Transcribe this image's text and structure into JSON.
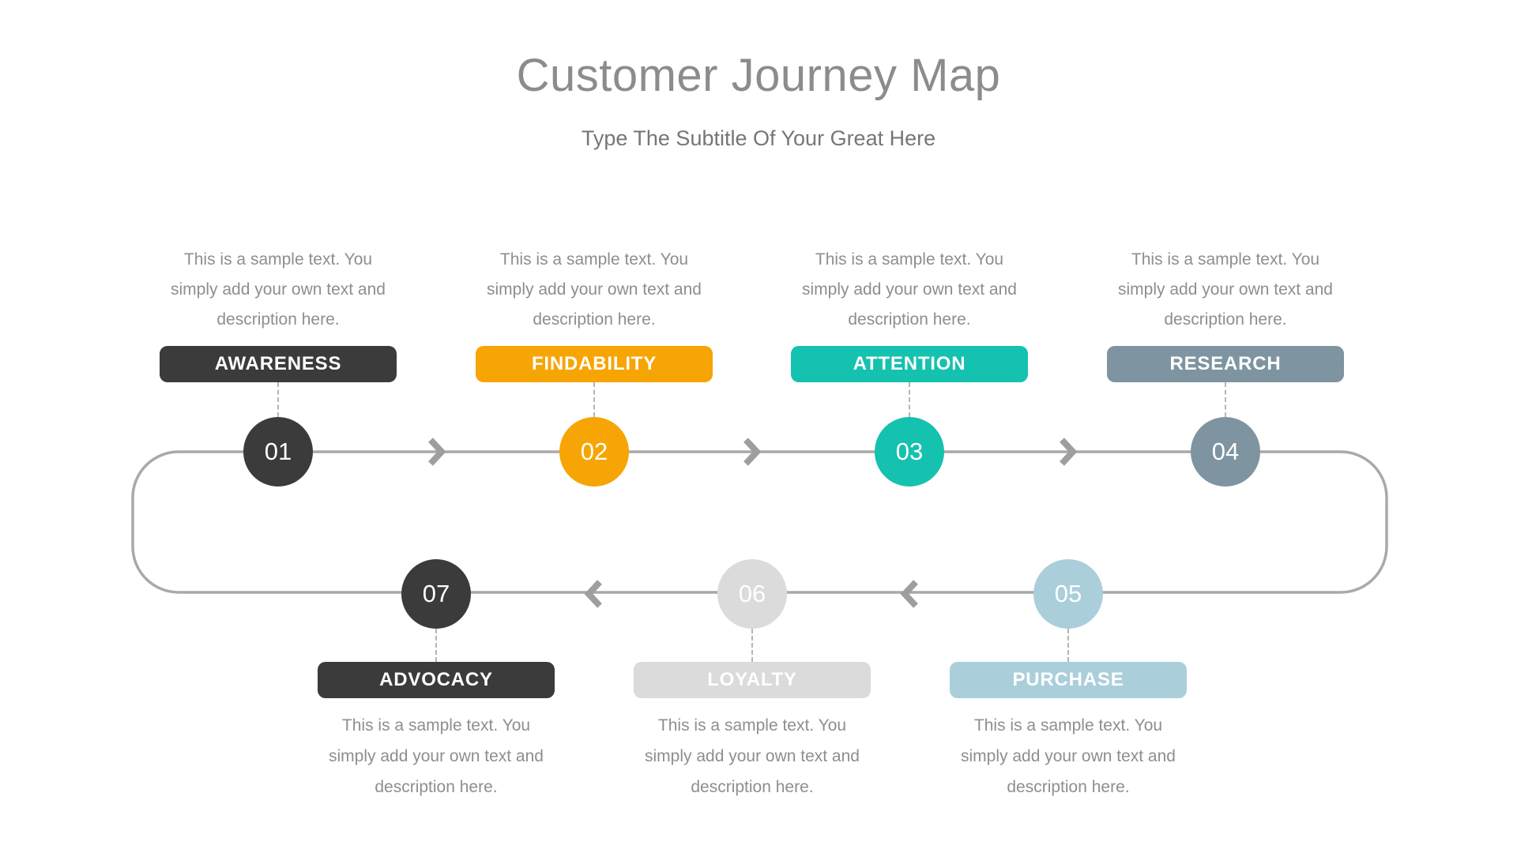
{
  "header": {
    "title": "Customer Journey Map",
    "subtitle": "Type The Subtitle Of Your Great Here"
  },
  "colors": {
    "line": "#a9a9a9",
    "arrow": "#9e9e9e",
    "dash": "#b5b5b5",
    "title_text": "#8c8c8c",
    "subtitle_text": "#767676",
    "body_text": "#8e8e8e"
  },
  "stages": [
    {
      "number": "01",
      "label": "AWARENESS",
      "color": "#3b3b3b",
      "description": "This is a sample text. You\nsimply add your own text and\ndescription here."
    },
    {
      "number": "02",
      "label": "FINDABILITY",
      "color": "#f7a504",
      "description": "This is a sample text. You\nsimply add your own text and\ndescription here."
    },
    {
      "number": "03",
      "label": "ATTENTION",
      "color": "#15c1af",
      "description": "This is a sample text. You\nsimply add your own text and\ndescription here."
    },
    {
      "number": "04",
      "label": "RESEARCH",
      "color": "#7e94a1",
      "description": "This is a sample text. You\nsimply add your own text and\ndescription here."
    },
    {
      "number": "05",
      "label": "PURCHASE",
      "color": "#abcedb",
      "description": "This is a sample text. You\nsimply add your own text and\ndescription here."
    },
    {
      "number": "06",
      "label": "LOYALTY",
      "color": "#dbdbdb",
      "description": "This is a sample text. You\nsimply add your own text and\ndescription here."
    },
    {
      "number": "07",
      "label": "ADVOCACY",
      "color": "#3b3b3b",
      "description": "This is a sample text. You\nsimply add your own text and\ndescription here."
    }
  ]
}
